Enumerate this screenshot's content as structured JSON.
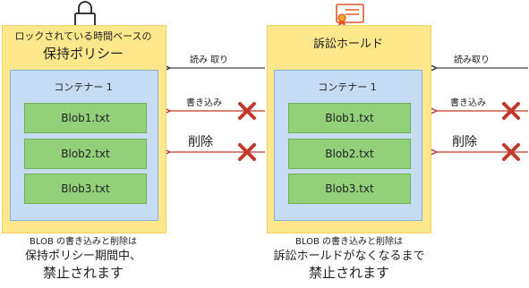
{
  "left_panel": {
    "title_line1": "ロックされている時間ベースの",
    "title_line2": "保持ポリシー",
    "icon": "lock-icon",
    "container_title": "コンテナー 1",
    "blobs": [
      "Blob1.txt",
      "Blob2.txt",
      "Blob3.txt"
    ],
    "footer_line1": "BLOB の書き込みと削除は",
    "footer_line2": "保持ポリシー期間中、",
    "footer_line3": "禁止されます"
  },
  "right_panel": {
    "title": "訴訟ホールド",
    "icon": "certificate-icon",
    "container_title": "コンテナー 1",
    "blobs": [
      "Blob1.txt",
      "Blob2.txt",
      "Blob3.txt"
    ],
    "footer_line1": "BLOB の書き込みと削除は",
    "footer_line2": "訴訟ホールドがなくなるまで",
    "footer_line3": "禁止されます"
  },
  "arrows": {
    "read_label": "読み 取り",
    "read_label_right": "読み取り",
    "write_label": "書き込み",
    "delete_label": "削除"
  },
  "colors": {
    "policy_fill": "#ffe88c",
    "container_fill": "#c6dcf5",
    "blob_fill": "#92d17a",
    "arrow_dark": "#404040",
    "arrow_red": "#c0392b",
    "cross_red": "#c0392b"
  }
}
